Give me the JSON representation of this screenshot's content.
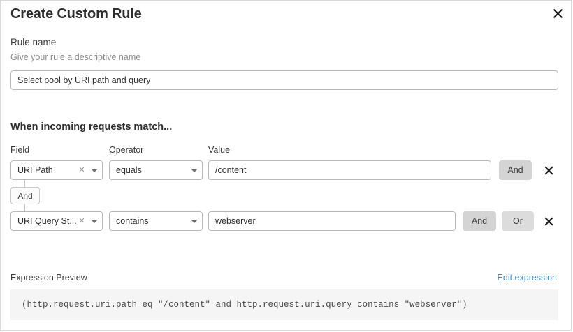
{
  "dialog": {
    "title": "Create Custom Rule",
    "close_icon": "close-icon"
  },
  "rule_name": {
    "label": "Rule name",
    "hint": "Give your rule a descriptive name",
    "value": "Select pool by URI path and query",
    "placeholder": "Select pool by URI path and query"
  },
  "match": {
    "heading": "When incoming requests match...",
    "columns": {
      "field": "Field",
      "operator": "Operator",
      "value": "Value"
    },
    "connector": "And",
    "rows": [
      {
        "field": "URI Path",
        "operator": "equals",
        "value": "/content",
        "placeholder": "Value",
        "and_label": "And",
        "or_label": "Or",
        "has_or": false
      },
      {
        "field": "URI Query St...",
        "operator": "contains",
        "value": "webserver",
        "placeholder": "Value",
        "and_label": "And",
        "or_label": "Or",
        "has_or": true
      }
    ]
  },
  "expression": {
    "label": "Expression Preview",
    "edit_link": "Edit expression",
    "code": "(http.request.uri.path eq \"/content\" and http.request.uri.query contains \"webserver\")"
  },
  "colors": {
    "link": "#4a87b8",
    "button_gray": "#d4d4d4",
    "border": "#b9b9b9",
    "code_bg": "#f5f5f5"
  }
}
